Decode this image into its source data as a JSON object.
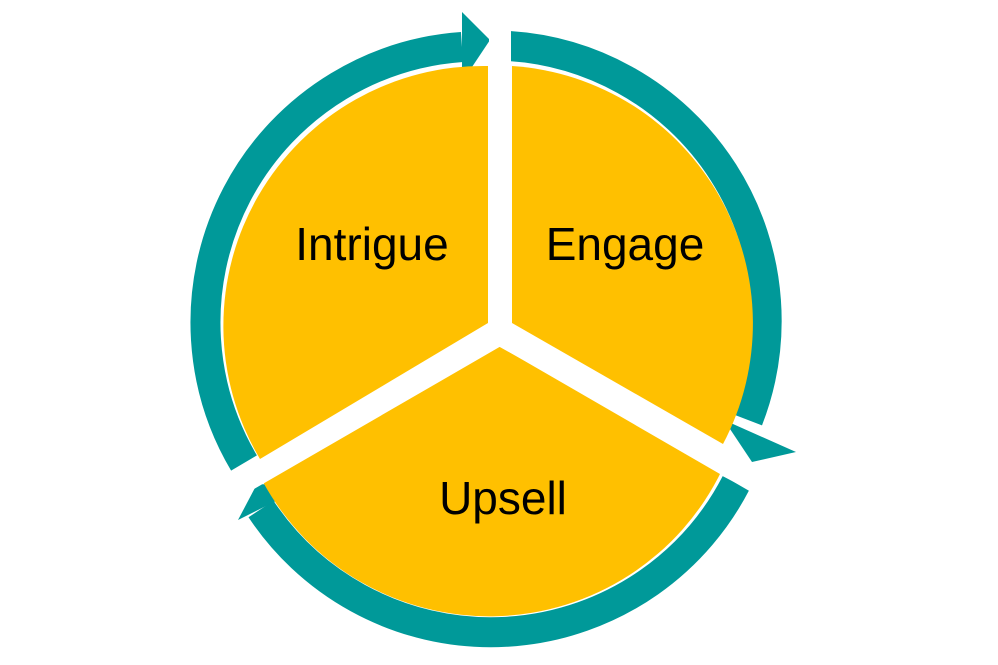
{
  "diagram": {
    "segments": [
      {
        "label": "Intrigue"
      },
      {
        "label": "Engage"
      },
      {
        "label": "Upsell"
      }
    ]
  },
  "colors": {
    "segment_fill": "#FFC000",
    "arrow": "#009999",
    "background": "#FFFFFF",
    "text": "#000000"
  }
}
